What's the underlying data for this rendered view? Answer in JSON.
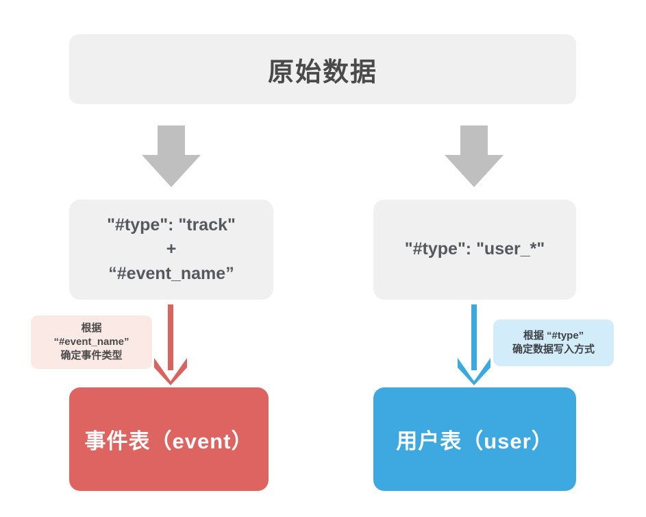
{
  "diagram": {
    "title_node": {
      "label": "原始数据",
      "fill": "#f0f0f0",
      "text_color": "#4a4a4a"
    },
    "conditions": [
      {
        "name": "track-event-condition",
        "line1": "\"#type\": \"track\"",
        "line2": "+",
        "line3": "“#event_name”",
        "fill": "#f0f0f0",
        "text_color": "#55585f"
      },
      {
        "name": "user-condition",
        "line1": "\"#type\": \"user_*\"",
        "fill": "#f0f0f0",
        "text_color": "#55585f"
      }
    ],
    "callouts": [
      {
        "name": "event-name-rule",
        "line1": "根据",
        "line2": "“#event_name”",
        "line3": "确定事件类型",
        "fill": "#fae9e5",
        "text_color": "#4a4a4a"
      },
      {
        "name": "type-rule",
        "line1": "根据 “#type”",
        "line2": "确定数据写入方式",
        "fill": "#d3ecf9",
        "text_color": "#3e4248"
      }
    ],
    "tables": [
      {
        "name": "event-table",
        "label": "事件表（event）",
        "fill": "#dd6461",
        "text_color": "#ffffff"
      },
      {
        "name": "user-table",
        "label": "用户表（user）",
        "fill": "#3ea9e0",
        "text_color": "#ffffff"
      }
    ],
    "arrows": [
      {
        "name": "split-arrow-left",
        "icon": "down-block-arrow-icon",
        "color": "#bfbfbf"
      },
      {
        "name": "split-arrow-right",
        "icon": "down-block-arrow-icon",
        "color": "#bfbfbf"
      },
      {
        "name": "event-flow-arrow",
        "icon": "down-line-arrow-icon",
        "color": "#d9645f"
      },
      {
        "name": "user-flow-arrow",
        "icon": "down-line-arrow-icon",
        "color": "#3ba8e0"
      }
    ]
  }
}
